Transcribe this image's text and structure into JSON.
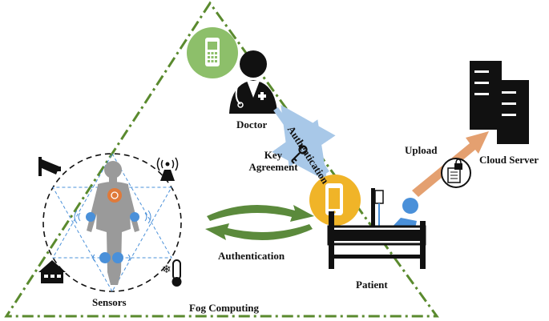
{
  "labels": {
    "doctor": "Doctor",
    "key_agreement_line1": "Key",
    "key_agreement_line2": "Agreement",
    "authentication_diagonal": "Authentication",
    "upload": "Upload",
    "cloud_server": "Cloud Server",
    "authentication": "Authentication",
    "patient": "Patient",
    "sensors": "Sensors",
    "fog_computing": "Fog Computing"
  },
  "colors": {
    "triangle_border": "#5a8a2e",
    "fog_cycle_arrow": "#5b8a3c",
    "doctor_phone_circle": "#8dbf6a",
    "patient_phone_circle": "#f0b428",
    "key_agreement_arrows": "#a8c8e8",
    "upload_arrow": "#e4a070",
    "sensor_points": "#4a90d9",
    "heart_sensor": "#e07a3a",
    "body_silhouette": "#9a9a9a",
    "iv_line": "#4a90d9"
  },
  "icons": [
    "smartphone-icon",
    "doctor-icon",
    "key-icon",
    "server-icon",
    "lock-document-icon",
    "patient-bed-icon",
    "cctv-camera-icon",
    "wireless-tower-icon",
    "home-icon",
    "thermometer-icon",
    "human-body-icon",
    "cycle-arrows-icon"
  ]
}
